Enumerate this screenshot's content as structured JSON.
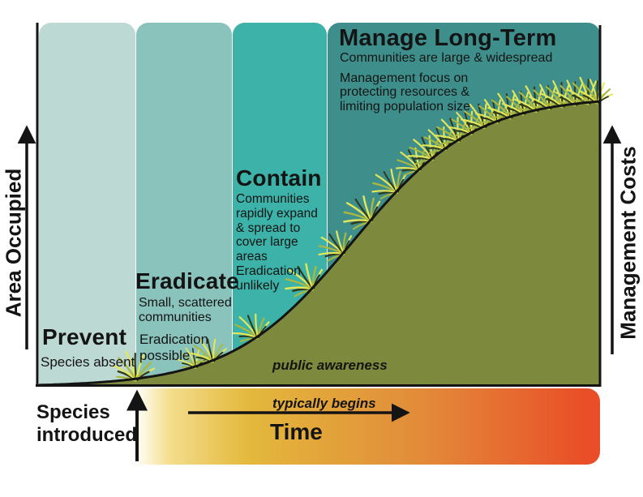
{
  "axes": {
    "left_label": "Area Occupied",
    "right_label": "Management Costs",
    "bottom_label": "Time",
    "origin_label": "Species introduced"
  },
  "annotation": {
    "line1": "public awareness",
    "line2": "typically begins"
  },
  "phases": [
    {
      "name": "Prevent",
      "notes": [
        "Species absent"
      ]
    },
    {
      "name": "Eradicate",
      "notes": [
        "Small, scattered communities",
        "Eradication possible"
      ]
    },
    {
      "name": "Contain",
      "notes": [
        "Communities rapidly expand & spread to cover large areas",
        "Eradication unlikely"
      ]
    },
    {
      "name": "Manage Long-Term",
      "notes": [
        "Communities are large & widespread",
        "Management focus on protecting resources & limiting population size"
      ]
    }
  ],
  "colors": {
    "bands": [
      "#bdd9d3",
      "#8ac3bc",
      "#3cb2a8",
      "#3e8f8c"
    ],
    "curve_fill": "#7d8a3d",
    "line": "#141414",
    "time_bar_gradient": [
      "#fffdf4",
      "#e3b83c",
      "#e28a39",
      "#e94e28"
    ],
    "grass": {
      "light": "#e4e657",
      "mid": "#aab83e",
      "dark": "#313a1c"
    }
  }
}
